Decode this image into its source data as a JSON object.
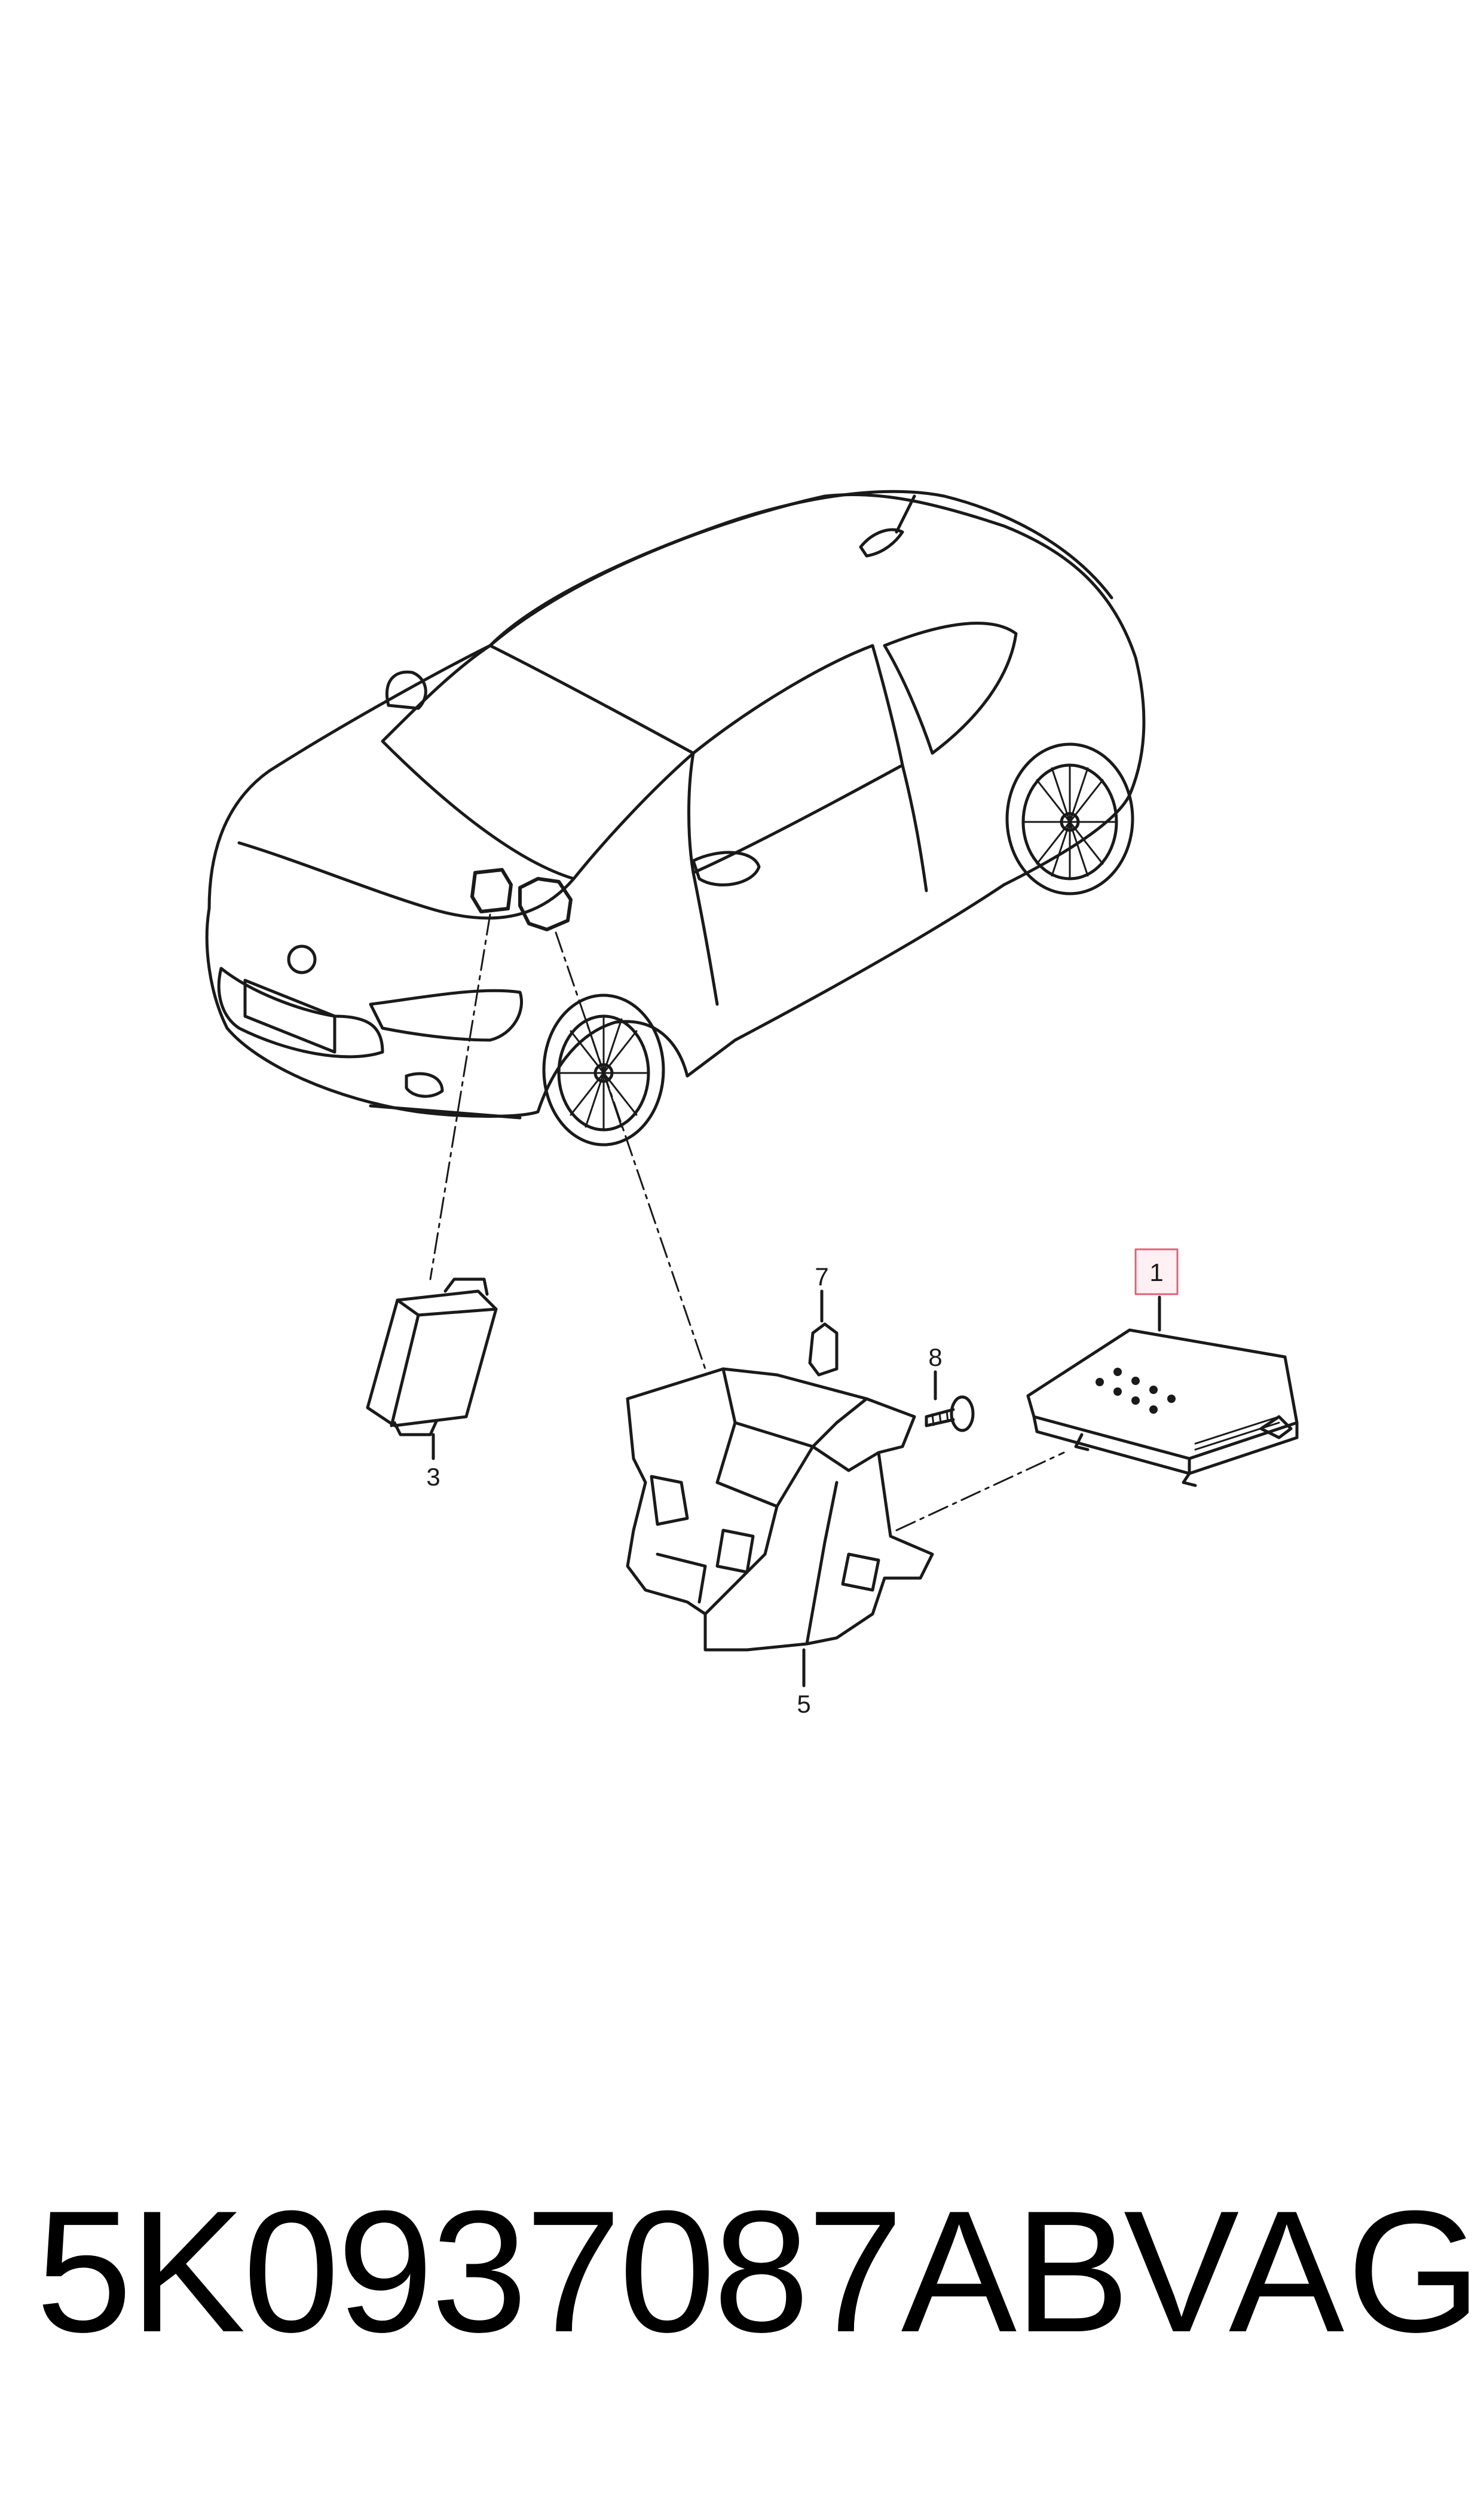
{
  "callouts": {
    "c1": "1",
    "c3": "3",
    "c5": "5",
    "c7": "7",
    "c8": "8"
  },
  "highlight_color": "#e0607a",
  "line_color": "#1a1a1a",
  "footer": {
    "part_number": "5K0937087AB",
    "brand": "VAG"
  }
}
